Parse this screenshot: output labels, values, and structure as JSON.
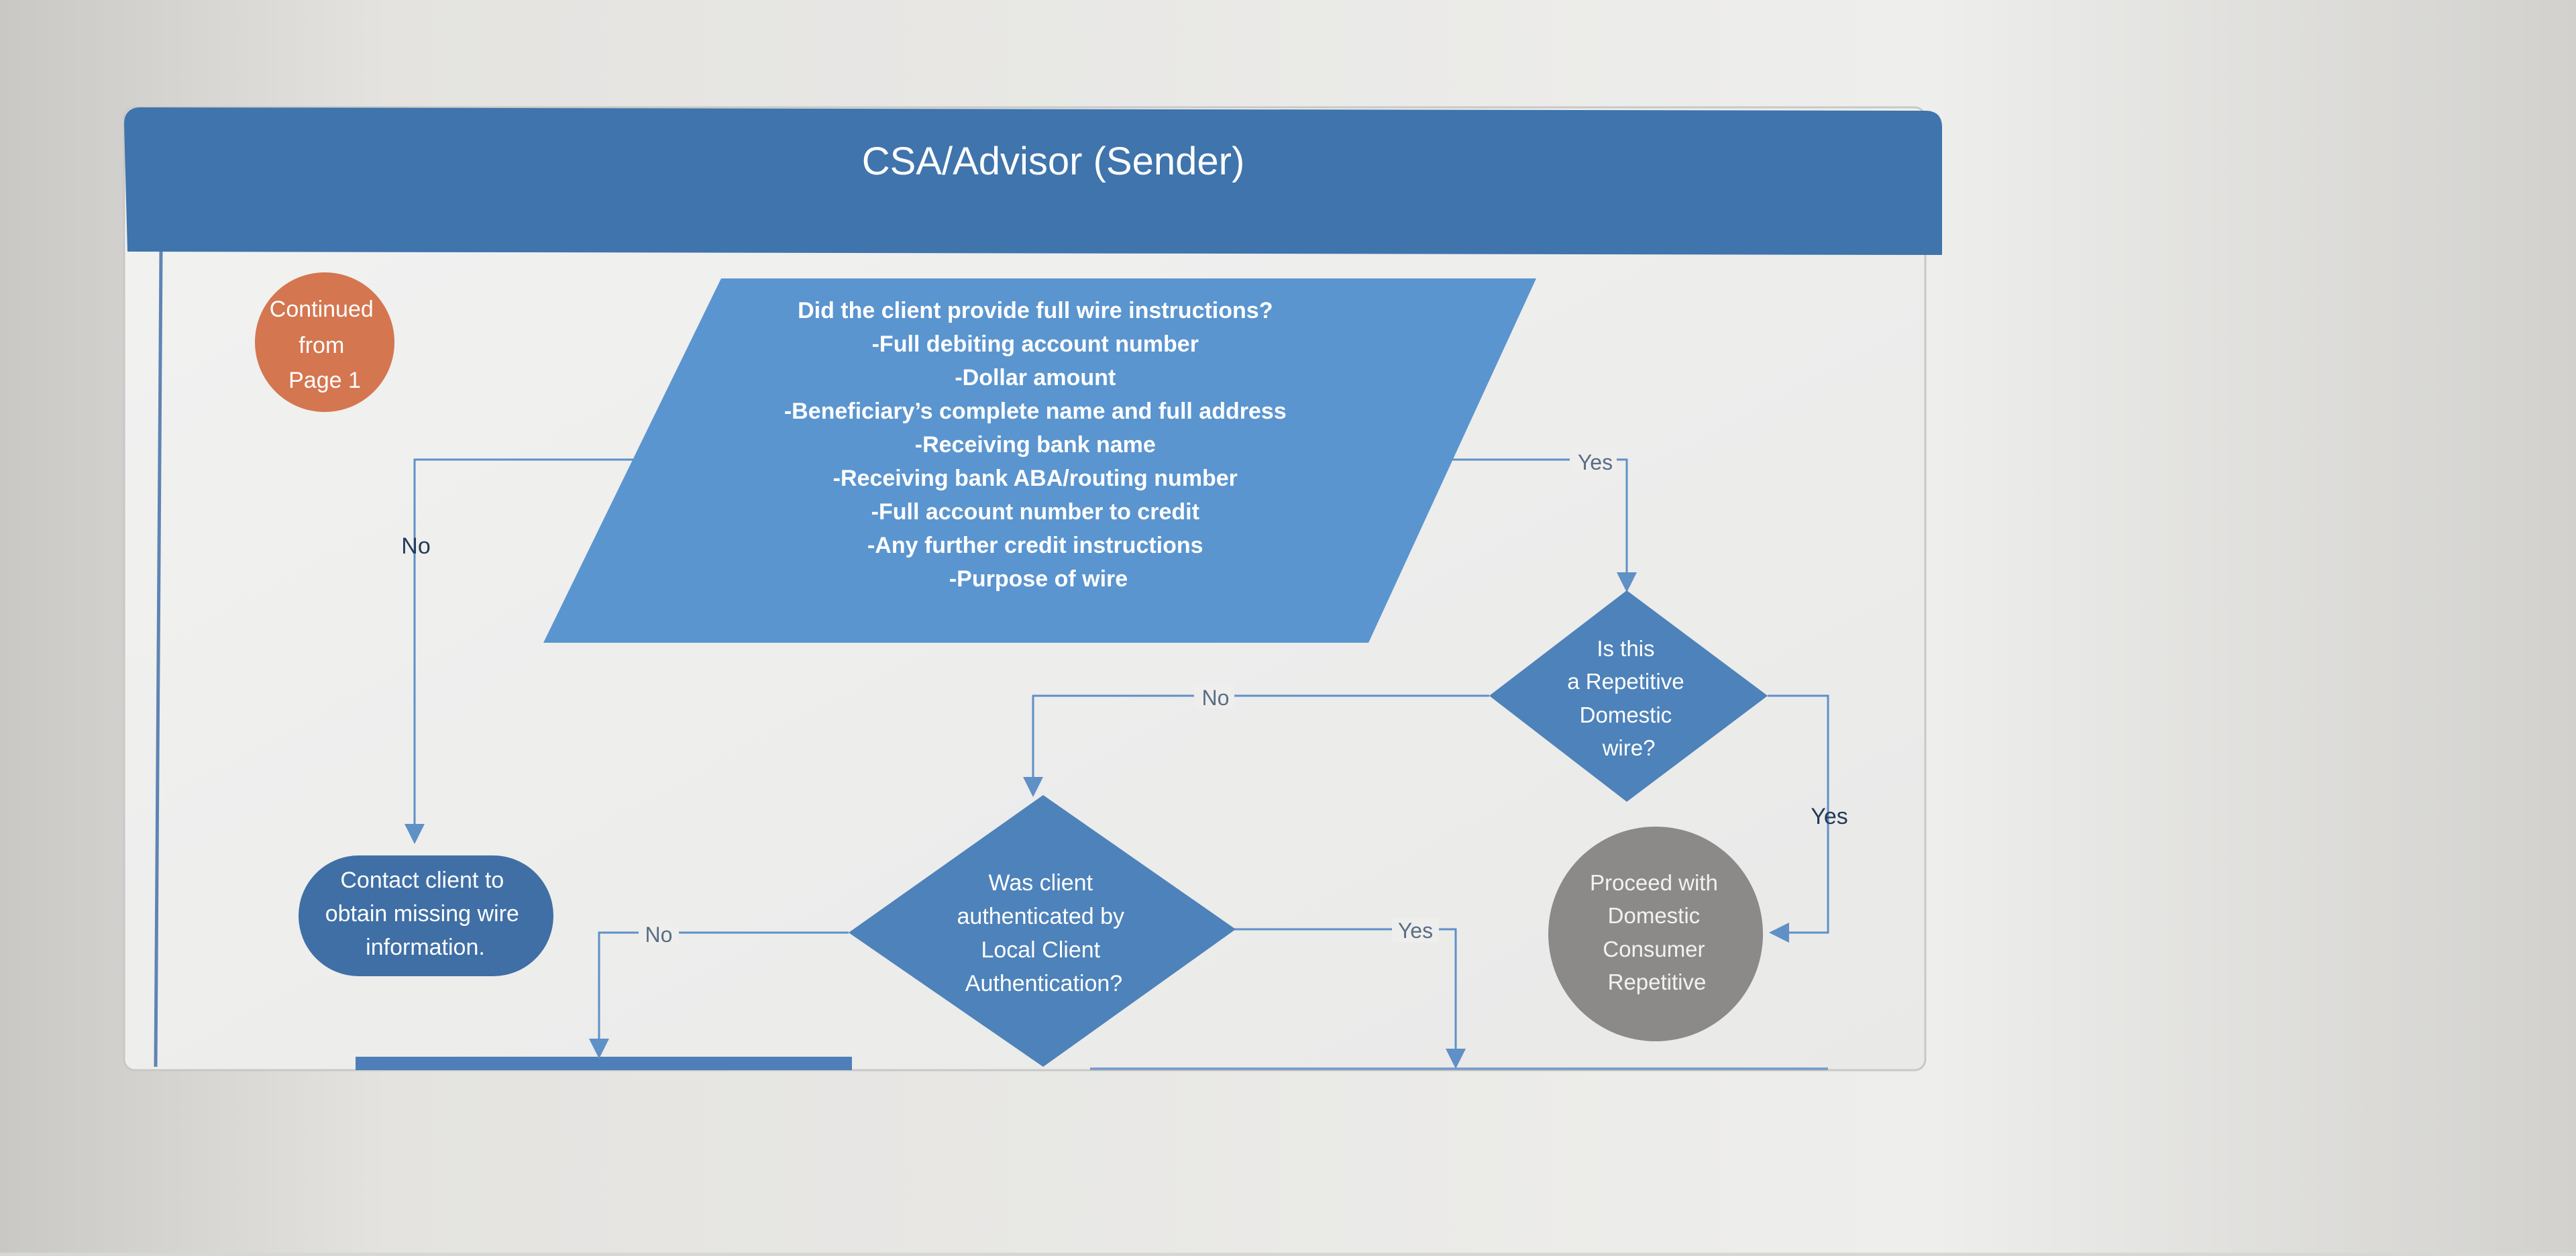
{
  "diagram": {
    "title": "CSA/Advisor (Sender)",
    "connector": {
      "lines": [
        "Continued",
        "from",
        "Page 1"
      ]
    },
    "question_instructions": {
      "lines": [
        "Did the client provide full wire instructions?",
        "-Full debiting account number",
        "-Dollar amount",
        "-Beneficiary’s complete name and full address",
        "-Receiving bank name",
        "-Receiving bank ABA/routing number",
        "-Full account number to credit",
        "-Any further credit instructions",
        "-Purpose of wire"
      ]
    },
    "decision_repetitive": {
      "lines": [
        "Is this",
        "a Repetitive",
        "Domestic",
        "wire?"
      ]
    },
    "decision_authenticated": {
      "lines": [
        "Was client",
        "authenticated by",
        "Local Client",
        "Authentication?"
      ]
    },
    "process_contact": {
      "lines": [
        "Contact client to",
        "obtain missing wire",
        "information."
      ]
    },
    "process_proceed": {
      "lines": [
        "Proceed with",
        "Domestic",
        "Consumer",
        "Repetitive"
      ]
    },
    "edge_labels": {
      "instructions_no": "No",
      "instructions_yes": "Yes",
      "repetitive_no": "No",
      "repetitive_yes": "Yes",
      "auth_no": "No",
      "auth_yes": "Yes"
    },
    "colors": {
      "header": "#3f74ac",
      "parallelogram": "#5a95cf",
      "diamond": "#4d82ba",
      "process_blue": "#3f6fa5",
      "connector_orange": "#d47650",
      "process_gray": "#8b8a88",
      "line": "#5f90c6"
    }
  }
}
